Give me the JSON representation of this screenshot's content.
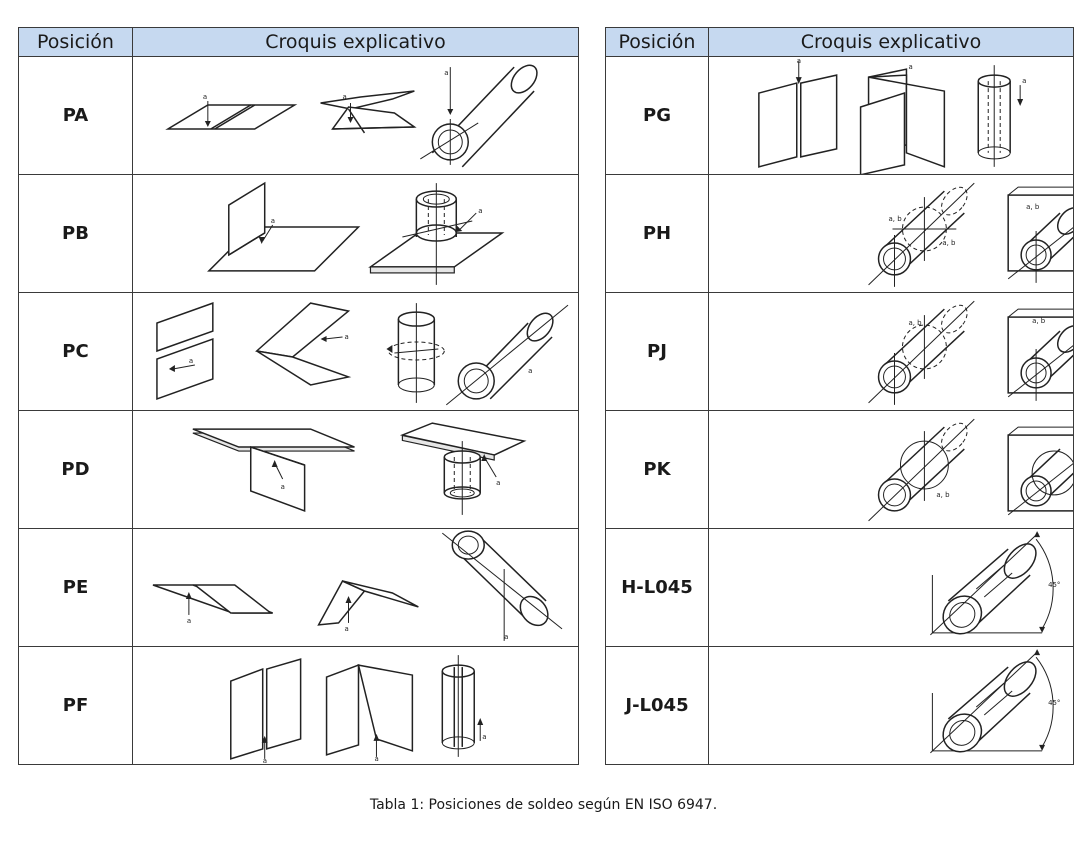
{
  "left_table": {
    "headers": [
      "Posición",
      "Croquis explicativo"
    ],
    "rows": [
      {
        "code": "PA",
        "sketch_icon": "flat-position-welds-sketch"
      },
      {
        "code": "PB",
        "sketch_icon": "horizontal-vertical-fillet-sketch"
      },
      {
        "code": "PC",
        "sketch_icon": "horizontal-position-welds-sketch"
      },
      {
        "code": "PD",
        "sketch_icon": "horizontal-overhead-fillet-sketch"
      },
      {
        "code": "PE",
        "sketch_icon": "overhead-position-welds-sketch"
      },
      {
        "code": "PF",
        "sketch_icon": "vertical-up-welds-sketch"
      }
    ]
  },
  "right_table": {
    "headers": [
      "Posición",
      "Croquis explicativo"
    ],
    "rows": [
      {
        "code": "PG",
        "sketch_icon": "vertical-down-welds-sketch"
      },
      {
        "code": "PH",
        "sketch_icon": "pipe-vertical-up-sketch"
      },
      {
        "code": "PJ",
        "sketch_icon": "pipe-vertical-down-sketch"
      },
      {
        "code": "PK",
        "sketch_icon": "pipe-orbital-sketch"
      },
      {
        "code": "H-L045",
        "sketch_icon": "inclined-pipe-up-45-sketch"
      },
      {
        "code": "J-L045",
        "sketch_icon": "inclined-pipe-down-45-sketch"
      }
    ]
  },
  "sketch_labels": {
    "a": "a",
    "ab": "a, b",
    "angle": "45°"
  },
  "caption": "Tabla 1: Posiciones de soldeo según EN ISO 6947.",
  "colors": {
    "header_bg": "#c6d9f0",
    "border": "#3a3a3a"
  }
}
